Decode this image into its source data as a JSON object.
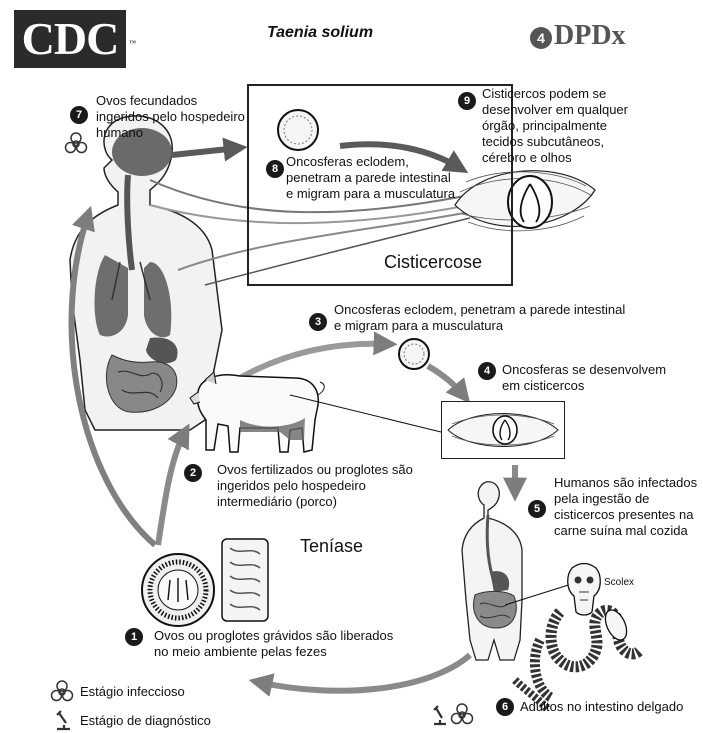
{
  "header": {
    "logo_text": "CDC",
    "logo_tm": "™",
    "title": "Taenia solium",
    "dpdx_text": "DPDx",
    "dpdx_mark": "4"
  },
  "boxes": {
    "cysticercosis": "Cisticercose",
    "teniasis": "Teníase"
  },
  "steps": [
    {
      "num": "1",
      "text": "Ovos ou proglotes grávidos são liberados no meio ambiente pelas fezes"
    },
    {
      "num": "2",
      "text": "Ovos fertilizados ou proglotes são ingeridos pelo hospedeiro intermediário (porco)"
    },
    {
      "num": "3",
      "text": "Oncosferas eclodem, penetram a parede intestinal e migram para a musculatura"
    },
    {
      "num": "4",
      "text": "Oncosferas se desenvolvem em cisticercos"
    },
    {
      "num": "5",
      "text": "Humanos são infectados pela ingestão de cisticercos presentes na carne suína mal cozida"
    },
    {
      "num": "6",
      "text": "Adultos no intestino delgado"
    },
    {
      "num": "7",
      "text": "Ovos fecundados ingeridos pelo hospedeiro humano"
    },
    {
      "num": "8",
      "text": "Oncosferas eclodem, penetram a parede intestinal e migram para a musculatura"
    },
    {
      "num": "9",
      "text": "Cisticercos podem se desenvolver em qualquer órgão, principalmente tecidos subcutâneos, cérebro e olhos"
    }
  ],
  "labels": {
    "scolex": "Scolex"
  },
  "legend": {
    "infectious": "Estágio infeccioso",
    "diagnostic": "Estágio de diagnóstico"
  },
  "colors": {
    "arrow": "#8a8a8a",
    "badge": "#1a1a1a",
    "organ_dark": "#4a4a4a",
    "organ_mid": "#7a7a7a"
  }
}
